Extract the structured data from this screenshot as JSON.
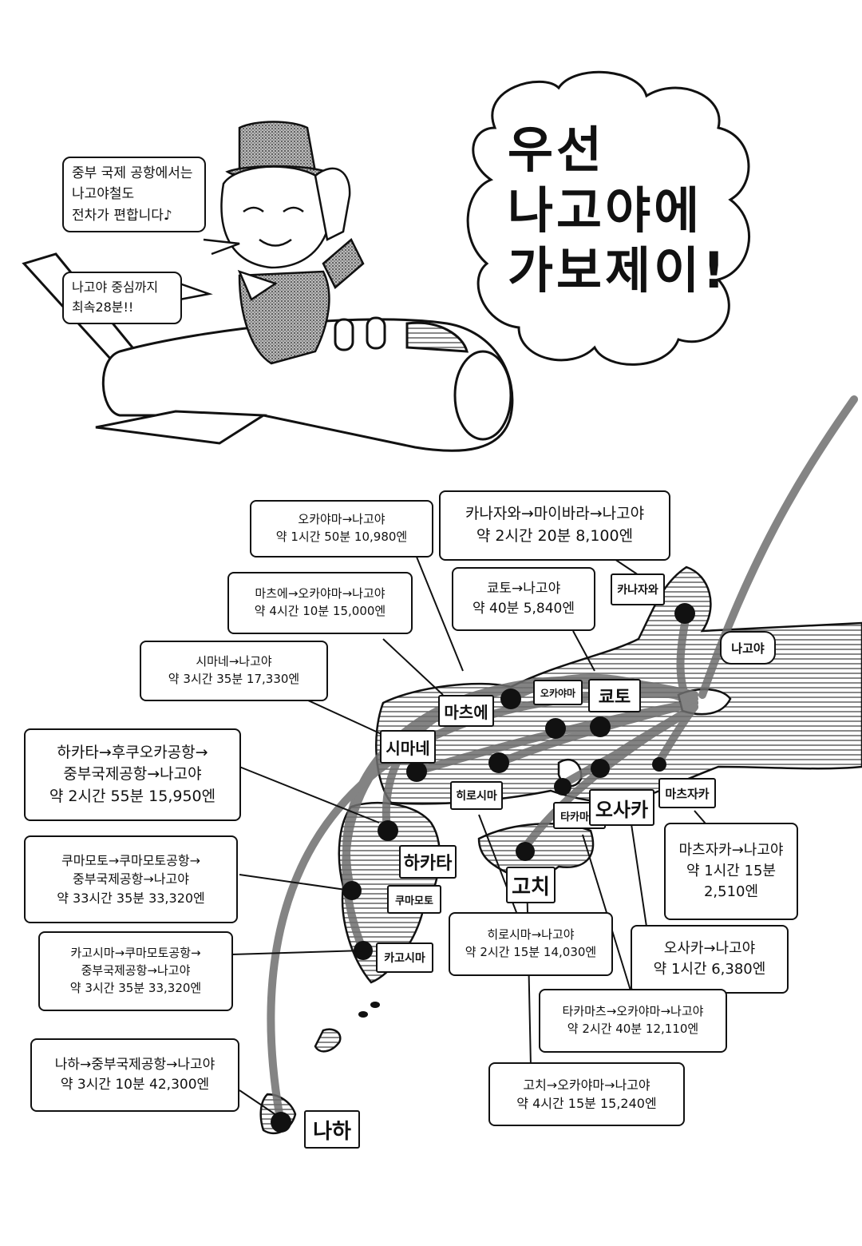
{
  "headline": {
    "line1": "우선",
    "line2": "나고야에",
    "line3": "가보제이!"
  },
  "attendant": {
    "bubble_top": [
      "중부 국제 공항에서는",
      "나고야철도",
      "전차가 편합니다♪"
    ],
    "bubble_bottom": [
      "나고야 중심까지",
      "최속28분!!"
    ]
  },
  "cities": {
    "kanazawa": "카나자와",
    "nagoya": "나고야",
    "okayama": "오카야마",
    "kyoto": "쿄토",
    "matsue": "마츠에",
    "shimane": "시마네",
    "hiroshima": "히로시마",
    "takamatsu": "타카마츠",
    "osaka": "오사카",
    "matsusaka": "마츠자카",
    "hakata": "하카타",
    "kochi": "고치",
    "kumamoto": "쿠마모토",
    "kagoshima": "카고시마",
    "naha": "나하"
  },
  "routes": {
    "okayama": [
      "오카야마→나고야",
      "약 1시간 50분 10,980엔"
    ],
    "kanazawa": [
      "카나자와→마이바라→나고야",
      "약 2시간 20분 8,100엔"
    ],
    "matsue": [
      "마츠에→오카야마→나고야",
      "약 4시간 10분 15,000엔"
    ],
    "kyoto": [
      "쿄토→나고야",
      "약 40분 5,840엔"
    ],
    "shimane": [
      "시마네→나고야",
      "약 3시간 35분 17,330엔"
    ],
    "hakata": [
      "하카타→후쿠오카공항→",
      "중부국제공항→나고야",
      "약 2시간 55분 15,950엔"
    ],
    "kumamoto": [
      "쿠마모토→쿠마모토공항→",
      "중부국제공항→나고야",
      "약 33시간 35분 33,320엔"
    ],
    "kagoshima": [
      "카고시마→쿠마모토공항→",
      "중부국제공항→나고야",
      "약 3시간 35분 33,320엔"
    ],
    "naha": [
      "나하→중부국제공항→나고야",
      "약 3시간 10분 42,300엔"
    ],
    "matsusaka": [
      "마츠자카→나고야",
      "약 1시간 15분",
      "2,510엔"
    ],
    "hiroshima": [
      "히로시마→나고야",
      "약 2시간 15분 14,030엔"
    ],
    "osaka": [
      "오사카→나고야",
      "약 1시간 6,380엔"
    ],
    "takamatsu": [
      "타카마츠→오카야마→나고야",
      "약 2시간 40분 12,110엔"
    ],
    "kochi": [
      "고치→오카야마→나고야",
      "약 4시간 15분 15,240엔"
    ]
  },
  "colors": {
    "ink": "#111111",
    "paper": "#ffffff",
    "screen_tone": "#9a9a9a",
    "route_line": "#6e6e6e"
  }
}
